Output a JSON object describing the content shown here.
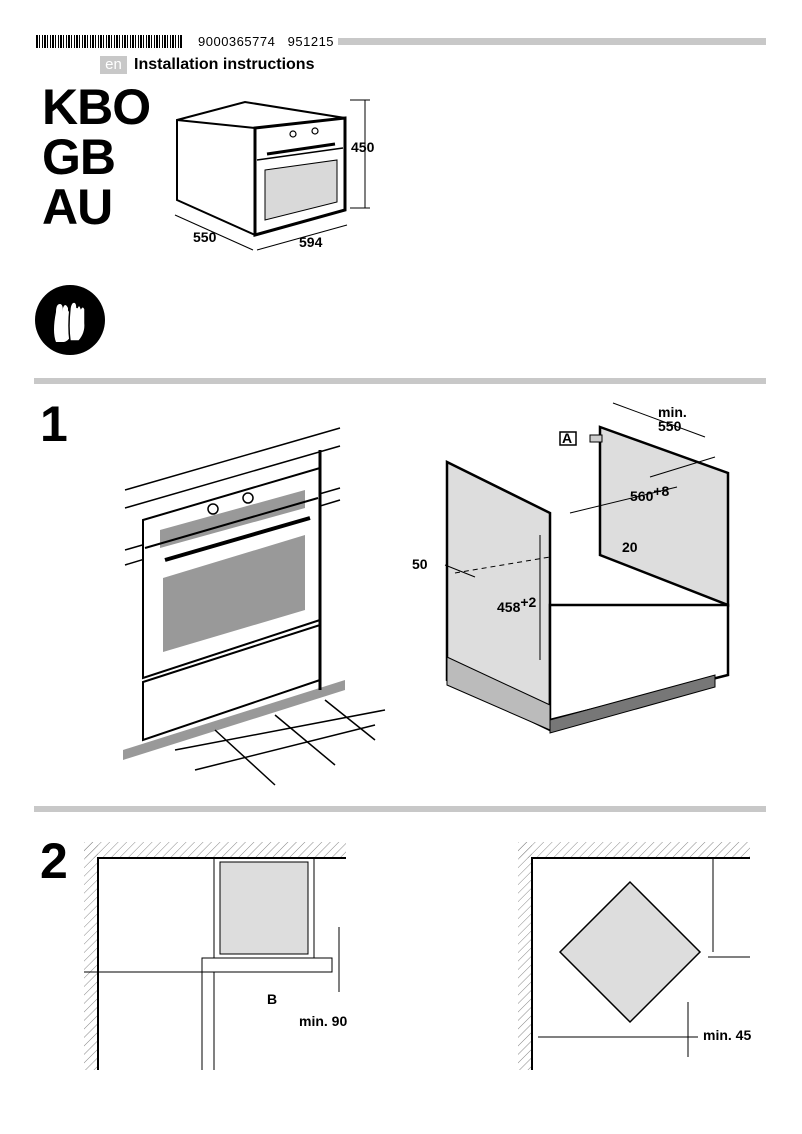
{
  "header": {
    "doc_number": "9000365774",
    "doc_code": "951215",
    "language": "en",
    "title": "Installation instructions"
  },
  "models": [
    "KBO",
    "GB",
    "AU"
  ],
  "oven_dimensions": {
    "height": "450",
    "depth": "550",
    "width": "594"
  },
  "safety_icon": "gloves-icon",
  "step1": {
    "number": "1",
    "label_a": "A",
    "min_depth_line1": "min.",
    "min_depth_line2": "550",
    "width": "560",
    "width_tol": "+8",
    "gap": "20",
    "front_offset": "50",
    "height": "458",
    "height_tol": "+2"
  },
  "step2": {
    "number": "2",
    "label_b": "B",
    "min_clearance": "min. 90",
    "min_corner": "min. 45"
  }
}
